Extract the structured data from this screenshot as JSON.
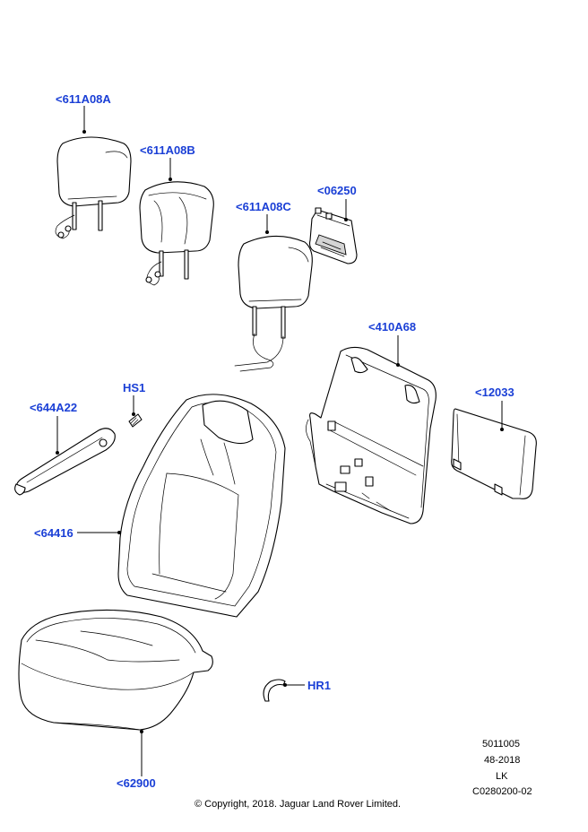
{
  "callouts": {
    "headrest_a": "<611A08A",
    "headrest_b": "<611A08B",
    "headrest_c": "<611A08C",
    "bracket": "<06250",
    "backrest_frame": "<410A68",
    "back_panel": "<12033",
    "hs1": "HS1",
    "side_trim": "<644A22",
    "backrest": "<64416",
    "cushion": "<62900",
    "hr1": "HR1"
  },
  "reference": {
    "line1": "5011005",
    "line2": "48-2018",
    "line3": "LK",
    "line4": "C0280200-02"
  },
  "copyright": "© Copyright, 2018. Jaguar Land Rover Limited.",
  "colors": {
    "callout": "#1a3fd6",
    "line": "#000000"
  }
}
